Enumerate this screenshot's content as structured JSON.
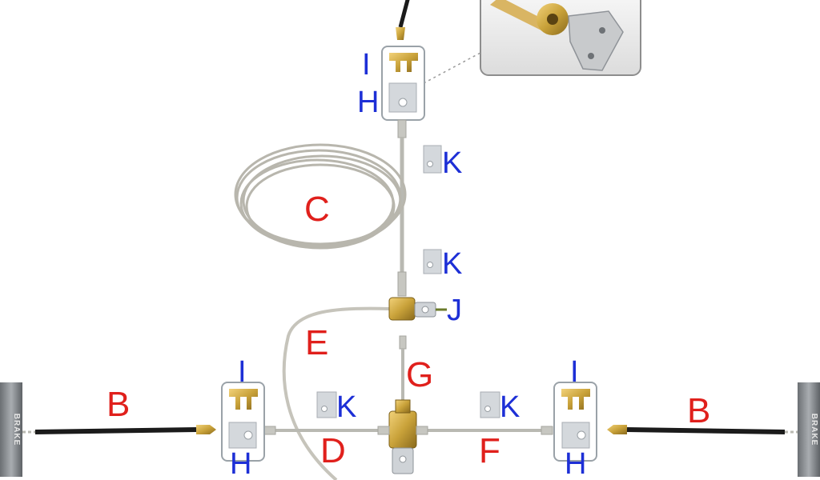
{
  "labels": {
    "C": "C",
    "E": "E",
    "G": "G",
    "D": "D",
    "F": "F",
    "B_left": "B",
    "B_right": "B",
    "I_top": "I",
    "H_top": "H",
    "I_left": "I",
    "H_left": "H",
    "I_right": "I",
    "H_right": "H",
    "J": "J",
    "K_1": "K",
    "K_2": "K",
    "K_3": "K",
    "K_4": "K"
  },
  "brake": {
    "left": "BRAKE",
    "right": "BRAKE"
  },
  "colors": {
    "part_label": "#e0201c",
    "hardware_label": "#1d2fd6",
    "brass": "#c9a23a",
    "steel_line": "#b9b9b2",
    "hose": "#1b1b1b"
  }
}
